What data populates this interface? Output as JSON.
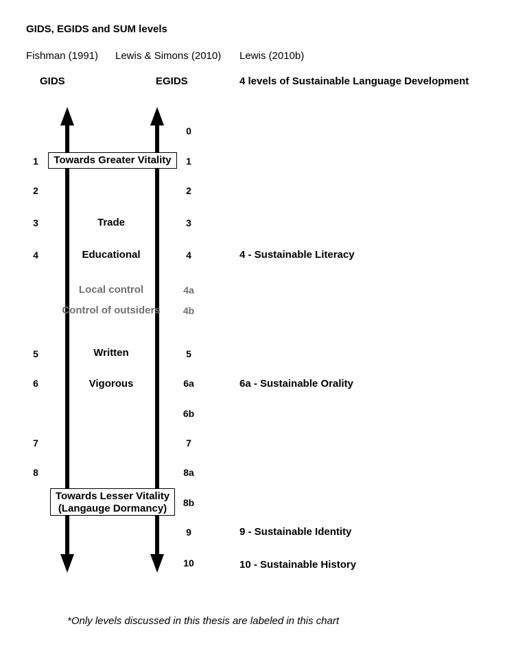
{
  "title": "GIDS, EGIDS and SUM levels",
  "sources": {
    "gids": "Fishman (1991)",
    "egids": "Lewis & Simons (2010)",
    "sum": "Lewis (2010b)"
  },
  "headers": {
    "gids": "GIDS",
    "egids": "EGIDS",
    "sum": "4 levels of Sustainable Language Development"
  },
  "gids_levels": [
    "1",
    "2",
    "3",
    "4",
    "5",
    "6",
    "7",
    "8"
  ],
  "egids_levels": [
    "0",
    "1",
    "2",
    "3",
    "4",
    "4a",
    "4b",
    "5",
    "6a",
    "6b",
    "7",
    "8a",
    "8b",
    "9",
    "10"
  ],
  "middle_labels": {
    "top_box": "Towards Greater Vitality",
    "trade": "Trade",
    "educational": "Educational",
    "local_control": "Local control",
    "control_outsiders": "Control of outsiders",
    "written": "Written",
    "vigorous": "Vigorous",
    "bottom_box_line1": "Towards Lesser Vitality",
    "bottom_box_line2": "(Langauge Dormancy)"
  },
  "sum_levels": {
    "literacy": "4  - Sustainable Literacy",
    "orality": "6a - Sustainable Orality",
    "identity": "9  - Sustainable Identity",
    "history": "10 - Sustainable History"
  },
  "footnote": "*Only levels discussed in this thesis are labeled in this chart",
  "colors": {
    "text": "#000000",
    "muted": "#6f6f6f",
    "background": "#ffffff"
  }
}
